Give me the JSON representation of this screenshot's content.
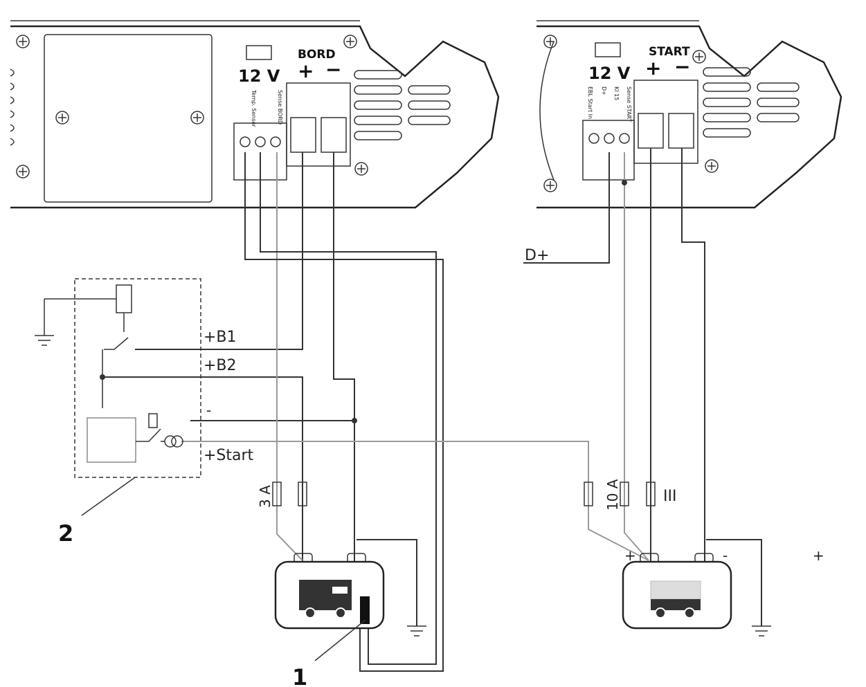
{
  "panels": {
    "bord": {
      "title": "BORD",
      "voltage": "12 V",
      "plus": "+",
      "minus": "−",
      "terminals": [
        "Sense BORD",
        "Temp. Sensor"
      ]
    },
    "start": {
      "title": "START",
      "voltage": "12 V",
      "plus": "+",
      "minus": "−",
      "terminals": [
        "EBL Start In",
        "D+",
        "Kl 15",
        "Sense START"
      ]
    }
  },
  "labels": {
    "b1": "+B1",
    "b2": "+B2",
    "minus": "-",
    "start": "+Start",
    "dplus": "D+"
  },
  "fuses": {
    "f3a": "3 A",
    "f10a": "10 A",
    "fiii": "III"
  },
  "battery_signs": {
    "right_plus": "+",
    "right_minus": "-",
    "far_plus": "+"
  },
  "callouts": {
    "one": "1",
    "two": "2"
  },
  "colors": {
    "line": "#333333",
    "grey_wire": "#999999",
    "battery_fill": "#ffffff"
  }
}
